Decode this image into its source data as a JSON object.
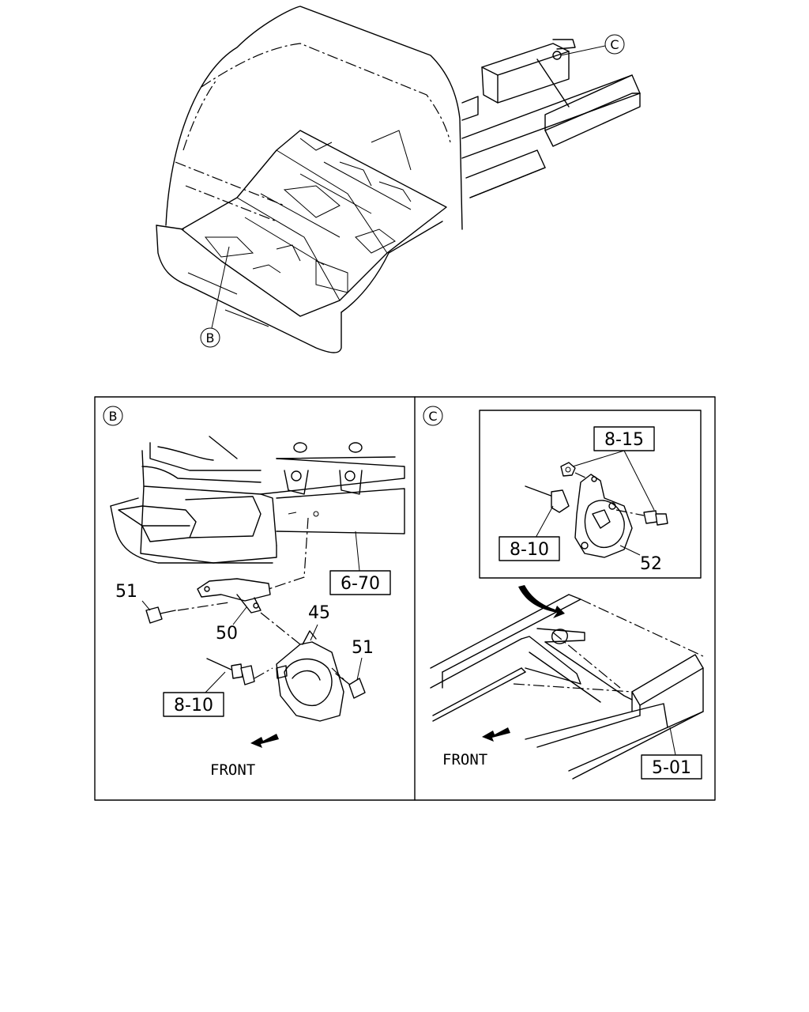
{
  "callouts": {
    "top_b": "B",
    "top_c": "C",
    "panel_b": "B",
    "panel_c": "C"
  },
  "panel_b": {
    "ref_6_70": "6-70",
    "ref_8_10": "8-10",
    "part_51_left": "51",
    "part_50": "50",
    "part_45": "45",
    "part_51_right": "51",
    "front": "FRONT"
  },
  "panel_c": {
    "ref_8_15": "8-15",
    "ref_8_10": "8-10",
    "part_52": "52",
    "ref_5_01": "5-01",
    "front": "FRONT"
  }
}
